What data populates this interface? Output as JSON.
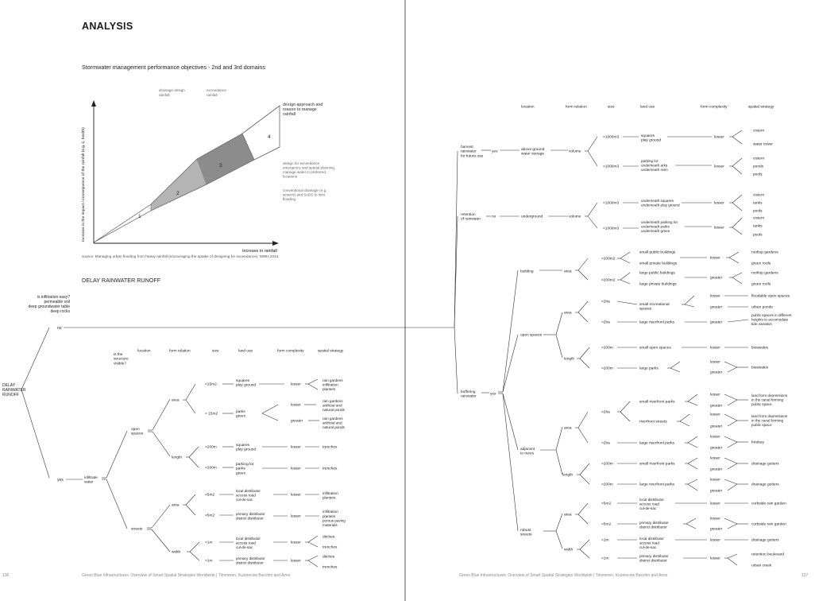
{
  "header": {
    "title": "ANALYSIS",
    "subtitle": "Stormwater management performance objectives - 2nd and 3rd domains"
  },
  "chart": {
    "ylabel": "increase in the impact / consequence of the rainfall (e.g. £, health)",
    "xlabel": "increase in rainfall",
    "top_labels": [
      "drainage design rainfall",
      "exceedance rainfall"
    ],
    "annotations": [
      "design approach and reason to manage rainfall",
      "design for exceedance emergency and spatial planning, manage water in preferred locations",
      "conventional drainage (e.g. sewers) and SuDS to limit flooding"
    ],
    "source": "source: Managing urban flooding from heavy rainfall (encouraging the uptake of designing for exceedance).  MWH,2014."
  },
  "chart_data": {
    "type": "area",
    "title": "",
    "xlabel": "increase in rainfall",
    "ylabel": "increase in the impact / consequence of the rainfall (e.g. £, health)",
    "zones": [
      {
        "name": "1",
        "fill": "#ffffff"
      },
      {
        "name": "2",
        "fill": "#b0b0b0"
      },
      {
        "name": "3",
        "fill": "#8a8a8a"
      },
      {
        "name": "4",
        "fill": "#ffffff"
      }
    ]
  },
  "delay": {
    "section_title": "DELAY RAINWATER RUNOFF",
    "question": [
      "is infiltration easy?",
      "permeable soil",
      "deep groundwater table",
      "deep rocks"
    ],
    "root": [
      "DELAY",
      "RAINWATER",
      "RUNOFF"
    ],
    "no": "no",
    "yes": "yes",
    "infiltrate": [
      "infiltrate",
      "water"
    ]
  },
  "left_headers": {
    "visible": [
      "is the",
      "structure",
      "visible?"
    ],
    "location": "location",
    "form_relation": "form relation",
    "size": "size",
    "land_use": "land use",
    "form_complexity": "form complexity",
    "spatial_strategy": "spatial strategy"
  },
  "left_tree": {
    "open_spaces": [
      "open",
      "spaces"
    ],
    "streets": "streets",
    "area": "area",
    "length": "length",
    "width": "width",
    "s15": "<15m2",
    "b15": "> 15m2",
    "s200": "<200m",
    "b200": ">200m",
    "s5": "<5m2",
    "b5": ">5m2",
    "s1": "<1m",
    "b1": ">1m",
    "lu1": [
      "squares",
      "play ground"
    ],
    "lu2": [
      "parks",
      "green"
    ],
    "lu3": [
      "squares",
      "play ground"
    ],
    "lu4": [
      "parking lot",
      "parks",
      "green"
    ],
    "lu5": [
      "local distributor",
      "access road",
      "cul-de-sac"
    ],
    "lu6": [
      "primary distributor",
      "district distributor"
    ],
    "lu7": [
      "local distributor",
      "access road",
      "cul-de-sac"
    ],
    "lu8": [
      "primary distributor",
      "district distributor"
    ],
    "lesser": "lesser",
    "greater": "greater",
    "ss1": [
      "rain gardens",
      "infiltration",
      "planters"
    ],
    "ss2": [
      "rain gardens",
      "artificial and",
      "natural ponds"
    ],
    "ss3": [
      "rain gardens",
      "artificial and",
      "natural ponds"
    ],
    "trenches": "trenches",
    "ss6": [
      "infiltration",
      "planters"
    ],
    "ss7": [
      "infiltration",
      "planters",
      "porous paving",
      "materials"
    ],
    "ditches": "ditches"
  },
  "right_headers": {
    "location": "location",
    "form_relation": "form relation",
    "size": "size",
    "land_use": "land use",
    "form_complexity": "form complexity",
    "spatial_strategy": "spatial strategy"
  },
  "right_tree": {
    "harvest": [
      "harvest",
      "rainwater",
      "for future use"
    ],
    "retention": [
      "retention",
      "of rainwater"
    ],
    "buffering": [
      "buffering",
      "rainwater"
    ],
    "yes": "yes",
    "no": "no",
    "above": [
      "above ground",
      "water storage"
    ],
    "underground": "underground",
    "volume": "volume",
    "lt1000": "<1000m3",
    "gt1000": ">1000m3",
    "h_lu1": [
      "squares",
      "play ground"
    ],
    "h_lu2": [
      "parking lot",
      "underneath arks",
      "underneath reen"
    ],
    "r_lu1": [
      "underneath squares",
      "underneath play ground"
    ],
    "r_lu2": [
      "underneath parking lot",
      "underneath parks",
      "underneath green"
    ],
    "lesser": "lesser",
    "greater": "greater",
    "h_ss1": [
      "cistern",
      "water tower"
    ],
    "h_ss2": [
      "cistern",
      "ponds",
      "pools"
    ],
    "r_ss1": [
      "cistern",
      "tanks",
      "pools"
    ],
    "r_ss2": [
      "cistern",
      "tanks",
      "pools"
    ],
    "building": "building",
    "open_spaces": "open spaces",
    "adjacent": [
      "adjacent",
      "to rivers"
    ],
    "robust": [
      "robust",
      "streets"
    ],
    "area": "area",
    "length": "length",
    "width": "width",
    "lt200m2": "<200m2",
    "gt200m2": ">200m2",
    "lt2ha": "<2ha",
    "gt2ha": ">2ha",
    "lt200m": "<200m",
    "gt200m": ">200m",
    "lt5m2": "<5m2",
    "gt5m2": ">5m2",
    "lt1m": "<1m",
    "gt1m": ">1m",
    "b_lu1": "small public buildings",
    "b_lu2": "small private buildings",
    "b_lu3": "large public buildings",
    "b_lu4": "large private buildings",
    "o_lu1": [
      "small recreational",
      "spaces"
    ],
    "o_lu2": "large riverfront parks",
    "o_lu3": "small open spaces",
    "o_lu4": "large parks",
    "a_lu1": "small riverfront parks",
    "a_lu2": "riverfront streets",
    "a_lu3": "large riverfront parks",
    "a_lu4": "small riverfront parks",
    "a_lu5": "large riverfront parks",
    "s_lu1": [
      "local distributor",
      "access road",
      "cul-de-sac"
    ],
    "s_lu2": [
      "primary distributor",
      "district distributor"
    ],
    "s_lu3": [
      "local distributor",
      "access road",
      "cul-de-sac"
    ],
    "s_lu4": [
      "primary distributor",
      "district distributor"
    ],
    "b_ss": [
      "rooftop gardens",
      "green roofs"
    ],
    "o_ss1": "floodable open spaces",
    "o_ss2": "urban ponds",
    "o_ss3": [
      "public spaces in different",
      "heights to accomodate",
      "tide variation"
    ],
    "bioswales": "bioswales",
    "landform": [
      "land form depressions",
      "in the canal forming",
      "public space"
    ],
    "forebay": "forebay",
    "drainage": "drainage gutters",
    "curbside": "curbside rain garden",
    "retention_blvd": "retention boulevard",
    "urban_creek": "urban creek"
  },
  "footer": {
    "page_left": "136",
    "page_right": "137",
    "text": "Green Blue Infrastructures: Overview of Smart Spatial Strategies Worldwide   |   Timmeren, Kuzniecow Bacchin and Aires"
  }
}
